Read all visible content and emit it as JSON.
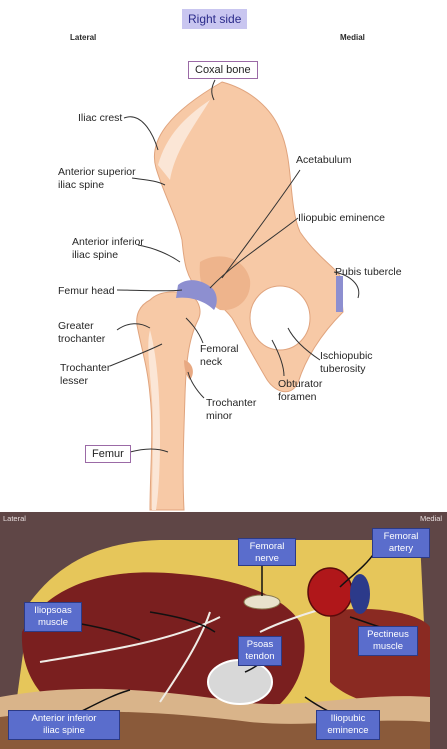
{
  "top": {
    "title": "Right side",
    "lateral": "Lateral",
    "medial": "Medial",
    "coxal_bone": "Coxal bone",
    "femur": "Femur",
    "labels": {
      "iliac_crest": "Iliac crest",
      "asis": "Anterior superior\niliac spine",
      "aiis": "Anterior inferior\niliac spine",
      "femur_head": "Femur head",
      "greater_trochanter": "Greater\ntrochanter",
      "trochanter_lesser": "Trochanter\nlesser",
      "femoral_neck": "Femoral\nneck",
      "trochanter_minor": "Trochanter\nminor",
      "acetabulum": "Acetabulum",
      "iliopubic_eminence": "Iliopubic eminence",
      "pubis_tubercle": "Pubis tubercle",
      "ischiopubic_tuberosity": "Ischiopubic\ntuberosity",
      "obturator_foramen": "Obturator\nforamen"
    }
  },
  "bottom": {
    "lateral": "Lateral",
    "medial": "Medial",
    "labels": {
      "femoral_nerve": "Femoral\nnerve",
      "femoral_artery": "Femoral\nartery",
      "iliopsoas_muscle": "Iliopsoas\nmuscle",
      "psoas_tendon": "Psoas\ntendon",
      "pectineus_muscle": "Pectineus\nmuscle",
      "aiis": "Anterior inferior\niliac spine",
      "iliopubic_eminence": "Iliopubic\neminence"
    }
  },
  "colors": {
    "bone": "#f7c9a6",
    "bone_dark": "#e8a982",
    "cartilage": "#8d8fd0",
    "label_box_blue": "#5a6dcc",
    "badge_border": "#9b6aa6",
    "muscle": "#7a1f1f",
    "fat": "#e6c65a",
    "background_dark": "#5f4646"
  }
}
